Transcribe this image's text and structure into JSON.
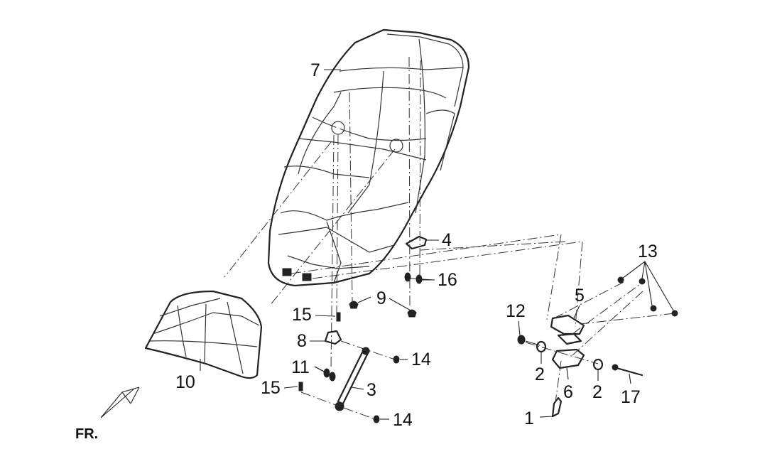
{
  "callouts": {
    "c1": "1",
    "c2a": "2",
    "c2b": "2",
    "c3": "3",
    "c4": "4",
    "c5": "5",
    "c6": "6",
    "c7": "7",
    "c8": "8",
    "c9": "9",
    "c10": "10",
    "c11": "11",
    "c12": "12",
    "c13": "13",
    "c14a": "14",
    "c14b": "14",
    "c15a": "15",
    "c15b": "15",
    "c16": "16",
    "c17": "17"
  },
  "direction": {
    "label": "FR."
  },
  "colors": {
    "ink": "#222222",
    "background": "#ffffff"
  }
}
